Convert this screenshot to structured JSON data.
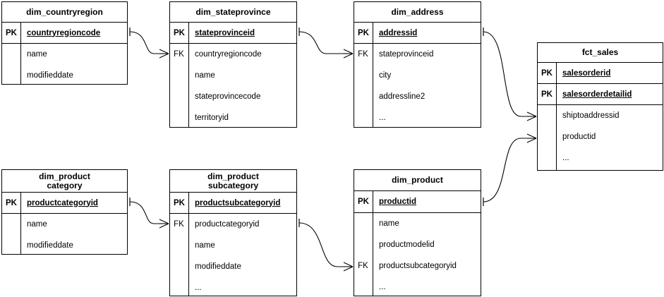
{
  "diagram": {
    "title": "star-schema-er-diagram",
    "notation": "crow's foot",
    "stroke_color": "#000000",
    "fill_color": "#ffffff",
    "key_tag": "PK",
    "foreign_key_tag": "FK",
    "ellipsis": "..."
  },
  "entities": [
    {
      "id": "dim_countryregion",
      "name": "dim_countryregion",
      "keys": [
        {
          "tag": "PK",
          "name": "countryregioncode"
        }
      ],
      "attributes": [
        {
          "tag": "",
          "name": "name"
        },
        {
          "tag": "",
          "name": "modifieddate"
        }
      ]
    },
    {
      "id": "dim_stateprovince",
      "name": "dim_stateprovince",
      "keys": [
        {
          "tag": "PK",
          "name": "stateprovinceid"
        }
      ],
      "attributes": [
        {
          "tag": "FK",
          "name": "countryregioncode"
        },
        {
          "tag": "",
          "name": "name"
        },
        {
          "tag": "",
          "name": "stateprovincecode"
        },
        {
          "tag": "",
          "name": "territoryid"
        }
      ]
    },
    {
      "id": "dim_address",
      "name": "dim_address",
      "keys": [
        {
          "tag": "PK",
          "name": "addressid"
        }
      ],
      "attributes": [
        {
          "tag": "FK",
          "name": "stateprovinceid"
        },
        {
          "tag": "",
          "name": "city"
        },
        {
          "tag": "",
          "name": "addressline2"
        },
        {
          "tag": "",
          "name": "..."
        }
      ]
    },
    {
      "id": "fct_sales",
      "name": "fct_sales",
      "keys": [
        {
          "tag": "PK",
          "name": "salesorderid"
        },
        {
          "tag": "PK",
          "name": "salesorderdetailid"
        }
      ],
      "attributes": [
        {
          "tag": "",
          "name": "shiptoaddressid"
        },
        {
          "tag": "",
          "name": "productid"
        },
        {
          "tag": "",
          "name": "..."
        }
      ]
    },
    {
      "id": "dim_productcategory",
      "name": "dim_product\ncategory",
      "keys": [
        {
          "tag": "PK",
          "name": "productcategoryid"
        }
      ],
      "attributes": [
        {
          "tag": "",
          "name": "name"
        },
        {
          "tag": "",
          "name": "modifieddate"
        }
      ]
    },
    {
      "id": "dim_productsubcategory",
      "name": "dim_product\nsubcategory",
      "keys": [
        {
          "tag": "PK",
          "name": "productsubcategoryid"
        }
      ],
      "attributes": [
        {
          "tag": "FK",
          "name": "productcategoryid"
        },
        {
          "tag": "",
          "name": "name"
        },
        {
          "tag": "",
          "name": "modifieddate"
        },
        {
          "tag": "",
          "name": "..."
        }
      ]
    },
    {
      "id": "dim_product",
      "name": "dim_product",
      "keys": [
        {
          "tag": "PK",
          "name": "productid"
        }
      ],
      "attributes": [
        {
          "tag": "",
          "name": "name"
        },
        {
          "tag": "",
          "name": "productmodelid"
        },
        {
          "tag": "FK",
          "name": "productsubcategoryid"
        },
        {
          "tag": "",
          "name": "..."
        }
      ]
    }
  ],
  "relationships": [
    {
      "from": "dim_countryregion.countryregioncode",
      "to": "dim_stateprovince.countryregioncode",
      "cardinality": "one-to-many"
    },
    {
      "from": "dim_stateprovince.stateprovinceid",
      "to": "dim_address.stateprovinceid",
      "cardinality": "one-to-many"
    },
    {
      "from": "dim_address.addressid",
      "to": "fct_sales.shiptoaddressid",
      "cardinality": "one-to-many"
    },
    {
      "from": "dim_product.productid",
      "to": "fct_sales.productid",
      "cardinality": "one-to-many"
    },
    {
      "from": "dim_productcategory.productcategoryid",
      "to": "dim_productsubcategory.productcategoryid",
      "cardinality": "one-to-many"
    },
    {
      "from": "dim_productsubcategory.productsubcategoryid",
      "to": "dim_product.productsubcategoryid",
      "cardinality": "one-to-many"
    }
  ]
}
